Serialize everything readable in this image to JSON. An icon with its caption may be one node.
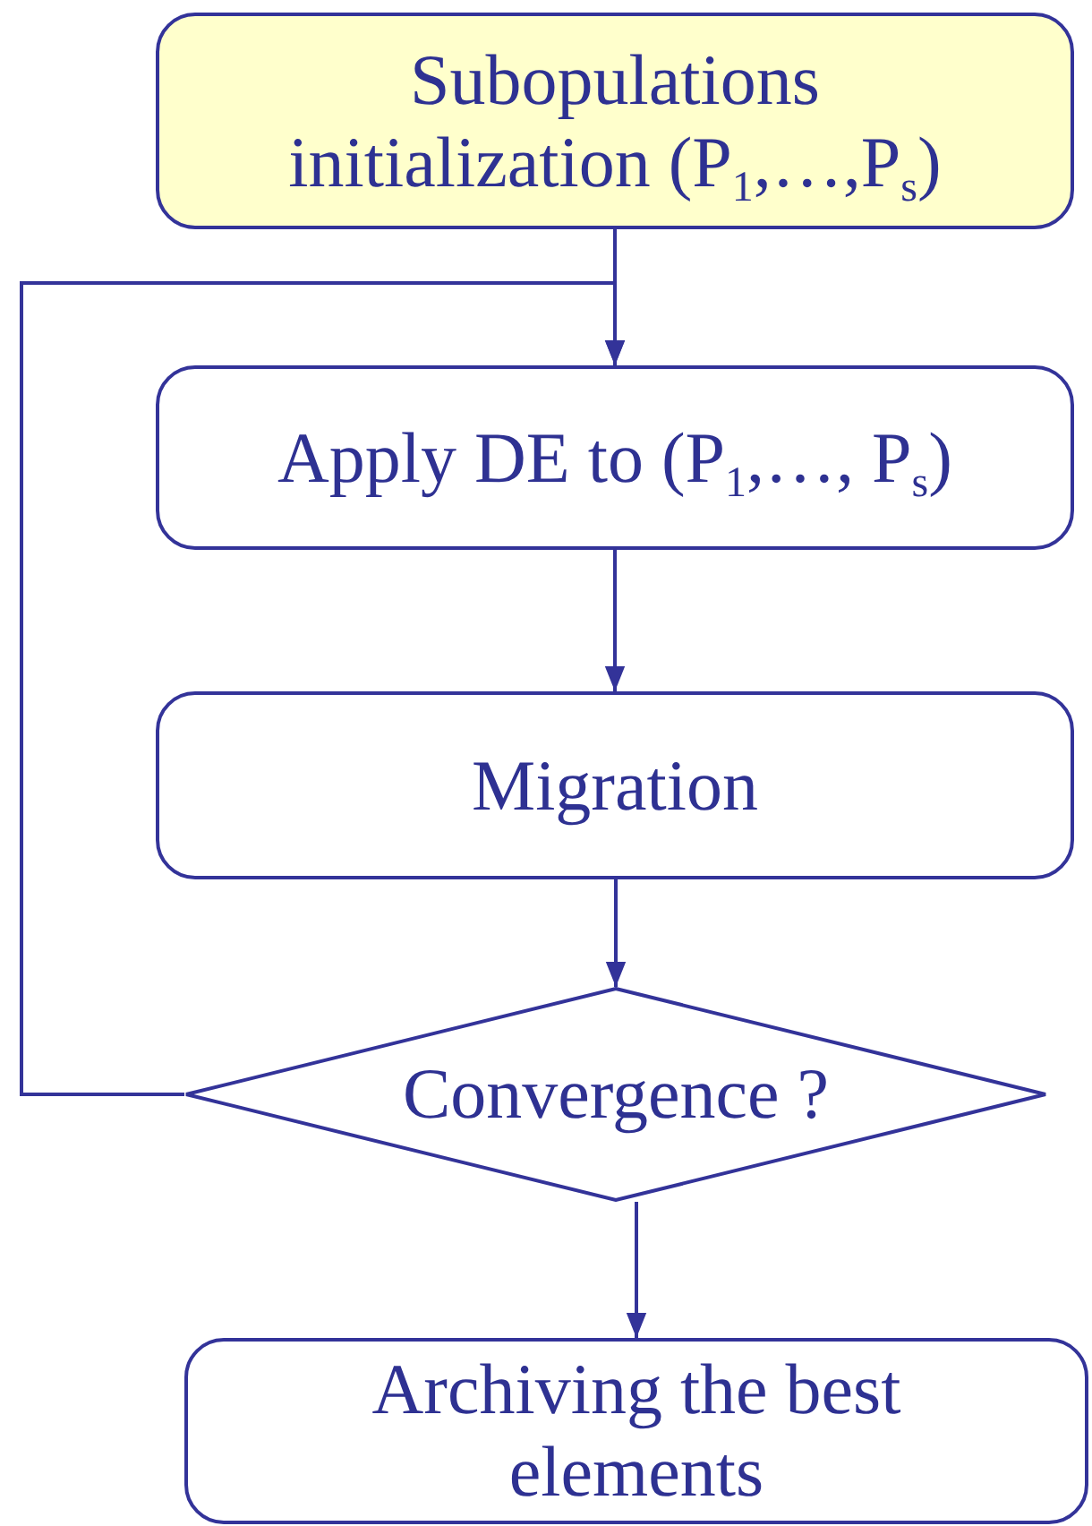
{
  "diagram": {
    "nodes": [
      {
        "text": [
          "Subopulations initialization (P$_{1}$,…,P$_{s}$)"
        ]
      },
      {
        "text": [
          "Apply DE to (P$_{1}$,…, P$_{s}$)"
        ]
      },
      {
        "text": [
          "Migration"
        ]
      },
      {
        "text": [
          "Convergence ?"
        ]
      },
      {
        "text": [
          "Archiving the best elements"
        ]
      }
    ],
    "edges": [
      {
        "from": 0,
        "to": 1,
        "arrow": "to"
      },
      {
        "from": 1,
        "to": 2,
        "arrow": "to"
      },
      {
        "from": 2,
        "to": 3,
        "arrow": "to"
      },
      {
        "from": 3,
        "to": 1,
        "arrow": "to"
      },
      {
        "from": 3,
        "to": 4,
        "arrow": "to"
      }
    ]
  }
}
